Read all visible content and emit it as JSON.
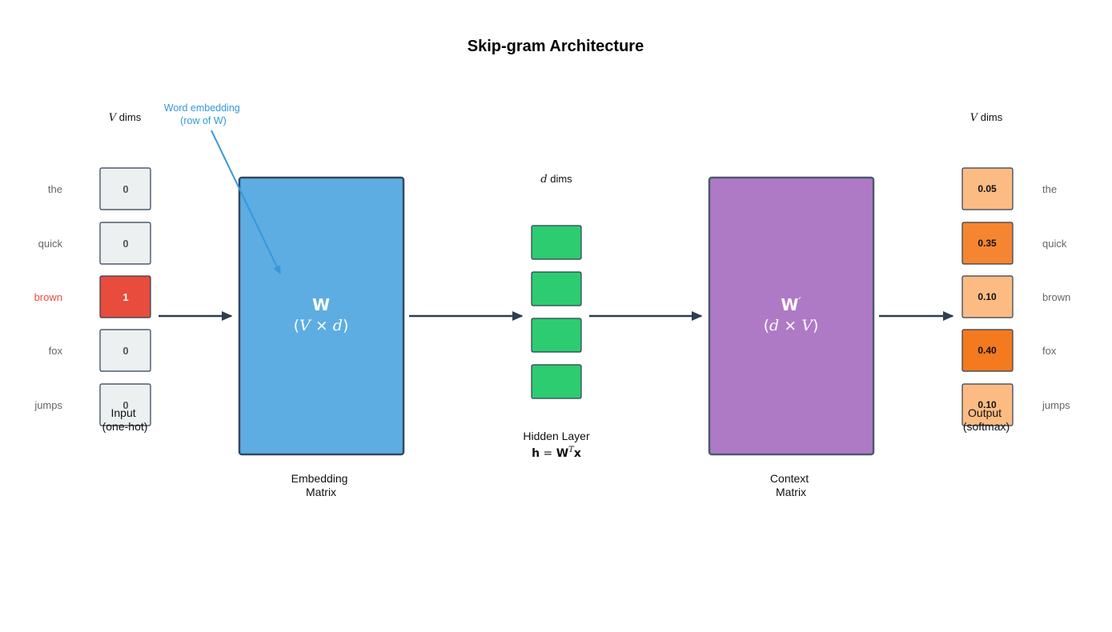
{
  "title": "Skip-gram Architecture",
  "colors": {
    "input_zero": "#ecf0f1",
    "input_hot": "#e74c3c",
    "embedding_matrix": "#5dade2",
    "context_matrix": "#af7ac5",
    "hidden": "#2ecc71",
    "stroke": "#2c3e50",
    "annotation": "#3498db"
  },
  "input": {
    "dims_prefix": "V",
    "dims_suffix": " dims",
    "caption_line1": "Input",
    "caption_line2": "(one-hot)",
    "words": [
      "the",
      "quick",
      "brown",
      "fox",
      "jumps"
    ],
    "values": [
      "0",
      "0",
      "1",
      "0",
      "0"
    ],
    "hot_index": 2
  },
  "annotation": {
    "line1": "Word embedding",
    "line2": "(row of W)"
  },
  "embedding_matrix": {
    "symbol": "W",
    "dim_v": "V",
    "dim_d": "d",
    "times": "×",
    "caption_line1": "Embedding",
    "caption_line2": "Matrix"
  },
  "hidden": {
    "dims_prefix": "d",
    "dims_suffix": " dims",
    "units": 4,
    "caption_line1": "Hidden Layer",
    "formula_h": "h",
    "formula_eq": " = ",
    "formula_w": "W",
    "formula_t": "T",
    "formula_x": "x"
  },
  "context_matrix": {
    "symbol": "W",
    "prime": "′",
    "dim_d": "d",
    "dim_v": "V",
    "times": "×",
    "caption_line1": "Context",
    "caption_line2": "Matrix"
  },
  "output": {
    "dims_prefix": "V",
    "dims_suffix": " dims",
    "caption_line1": "Output",
    "caption_line2": "(softmax)",
    "words": [
      "the",
      "quick",
      "brown",
      "fox",
      "jumps"
    ],
    "values": [
      "0.05",
      "0.35",
      "0.10",
      "0.40",
      "0.10"
    ],
    "probabilities": [
      0.05,
      0.35,
      0.1,
      0.4,
      0.1
    ]
  }
}
